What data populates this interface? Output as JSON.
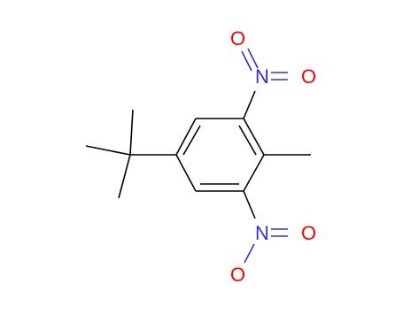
{
  "molecule": {
    "atoms": {
      "n_top": "N",
      "o_top_up": "O",
      "o_top_right": "O",
      "n_bottom": "N",
      "o_bottom_right": "O",
      "o_bottom_down": "O"
    },
    "colors": {
      "bond": "#000000",
      "nitrogen": "#3333cc",
      "oxygen": "#ff0000"
    }
  }
}
